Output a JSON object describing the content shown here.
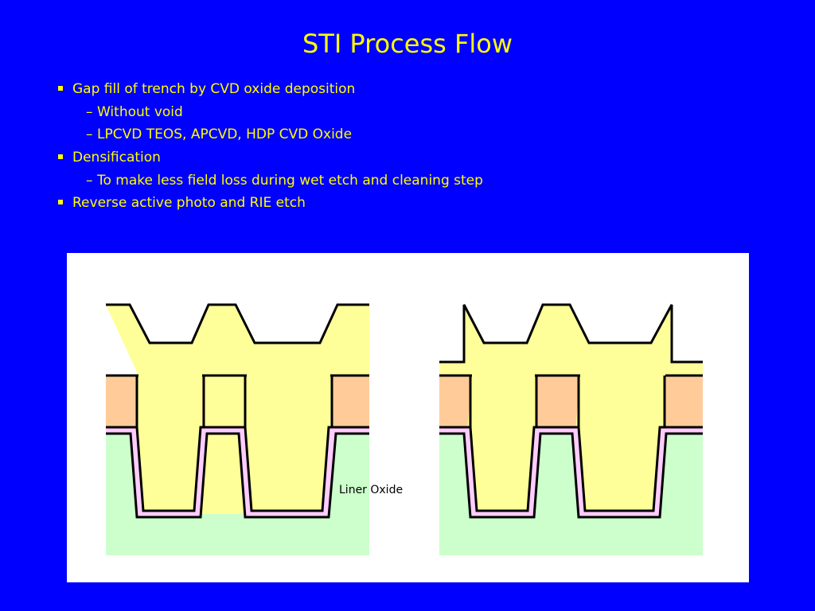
{
  "slide": {
    "title": "STI Process Flow",
    "bullets": [
      {
        "level": 1,
        "text": "Gap fill of trench by CVD oxide deposition"
      },
      {
        "level": 2,
        "text": "Without void"
      },
      {
        "level": 2,
        "text": "LPCVD TEOS, APCVD, HDP CVD Oxide"
      },
      {
        "level": 1,
        "text": "Densification"
      },
      {
        "level": 2,
        "text": "To make less field loss during wet etch and cleaning step"
      },
      {
        "level": 1,
        "text": "Reverse active photo and RIE etch"
      }
    ]
  },
  "diagram": {
    "label": "Liner Oxide",
    "colors": {
      "background": "#0000ff",
      "text": "#ffff00",
      "oxide_fill": "#ffff99",
      "nitride": "#ffcc99",
      "silicon": "#ccffcc",
      "liner": "#ffccff",
      "outline": "#000000",
      "panel": "#ffffff"
    }
  }
}
